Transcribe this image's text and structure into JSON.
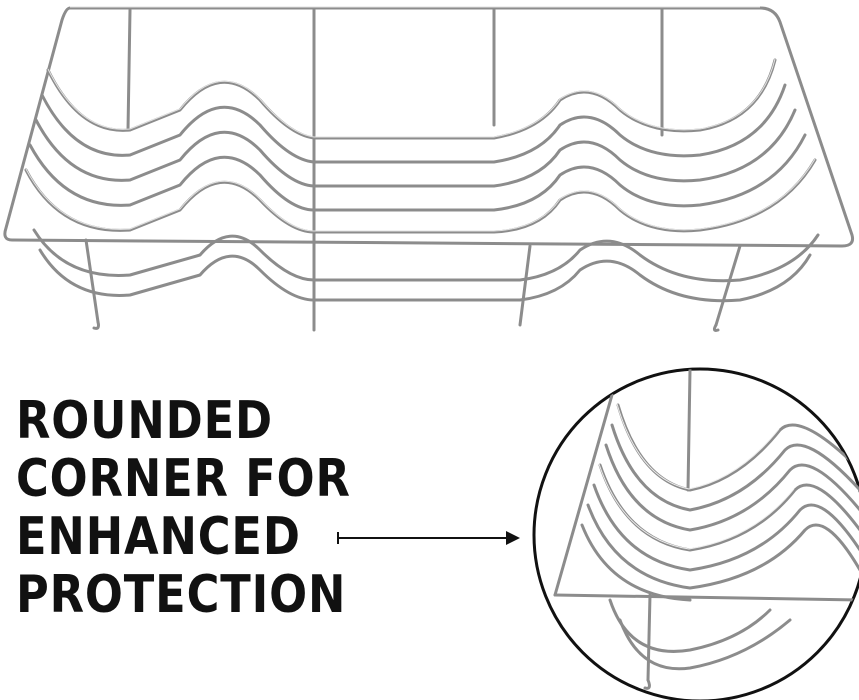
{
  "caption": {
    "lines": [
      "ROUNDED",
      "CORNER FOR",
      "ENHANCED",
      "PROTECTION"
    ]
  },
  "colors": {
    "background": "#ffffff",
    "text": "#111111",
    "wire": "#8c8c8c",
    "wire_highlight": "#e6e6e6",
    "pointer": "#111111"
  },
  "icons": {
    "pointer": "arrow-right-icon",
    "detail": "magnified-corner-icon"
  }
}
